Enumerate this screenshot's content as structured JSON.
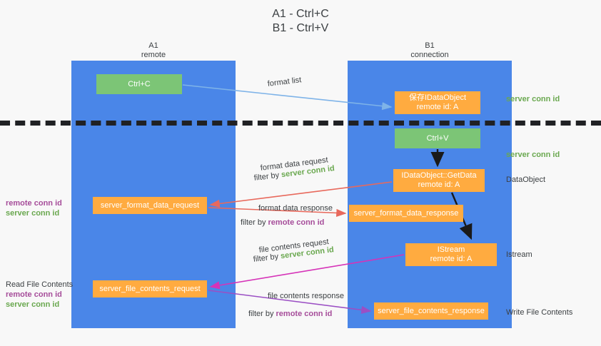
{
  "title": {
    "line1": "A1 - Ctrl+C",
    "line2": "B1 - Ctrl+V"
  },
  "columns": [
    {
      "name": "A1",
      "sub": "remote"
    },
    {
      "name": "B1",
      "sub": "connection"
    }
  ],
  "nodes": {
    "ctrl_c": {
      "label": "Ctrl+C",
      "color": "#7cc576"
    },
    "save_idataobject": {
      "line1": "保存IDataObject",
      "line2": "remote id: A",
      "color": "#ffab40"
    },
    "ctrl_v": {
      "label": "Ctrl+V",
      "color": "#7cc576"
    },
    "getdata": {
      "line1": "IDataObject::GetData",
      "line2": "remote id: A",
      "color": "#ffab40"
    },
    "istream": {
      "line1": "IStream",
      "line2": "remote id: A",
      "color": "#ffab40"
    },
    "server_format_data_request": {
      "label": "server_format_data_request",
      "color": "#ffab40"
    },
    "server_format_data_response": {
      "label": "server_format_data_response",
      "color": "#ffab40"
    },
    "server_file_contents_request": {
      "label": "server_file_contents_request",
      "color": "#ffab40"
    },
    "server_file_contents_response": {
      "label": "server_file_contents_response",
      "color": "#ffab40"
    }
  },
  "edge_labels": {
    "format_list": "format list",
    "format_data_request": "format data request",
    "format_data_request_filter_prefix": "filter by ",
    "format_data_request_filter_value": "server conn id",
    "format_data_response": "format data response",
    "format_data_response_filter_prefix": "filter by ",
    "format_data_response_filter_value": "remote conn id",
    "file_contents_request": "file contents request",
    "file_contents_request_filter_prefix": "filter by ",
    "file_contents_request_filter_value": "server conn id",
    "file_contents_response": "file contents response",
    "file_contents_response_filter_prefix": "filter by ",
    "file_contents_response_filter_value": "remote conn id"
  },
  "side_labels": {
    "right_server_conn_id_1": "server conn id",
    "right_server_conn_id_2": "server conn id",
    "right_dataobject": "DataObject",
    "right_istream": "Istream",
    "right_write_file_contents": "Write File Contents",
    "left_remote_conn_id_1": "remote conn id",
    "left_server_conn_id_1": "server conn id",
    "left_read_file_contents": "Read File Contents",
    "left_remote_conn_id_2": "remote conn id",
    "left_server_conn_id_2": "server conn id"
  },
  "colors": {
    "lane_blue": "#4a86e8",
    "node_green": "#7cc576",
    "node_orange": "#ffab40",
    "green_text": "#6aa84f",
    "purple_text": "#a64d9a",
    "arrow_blue": "#7eb3e8",
    "arrow_red": "#e8695c",
    "arrow_magenta": "#d633b8",
    "arrow_purple": "#9b4fc4",
    "arrow_black": "#1a1a1a",
    "dashed_line": "#202124",
    "background": "#f8f8f8"
  }
}
